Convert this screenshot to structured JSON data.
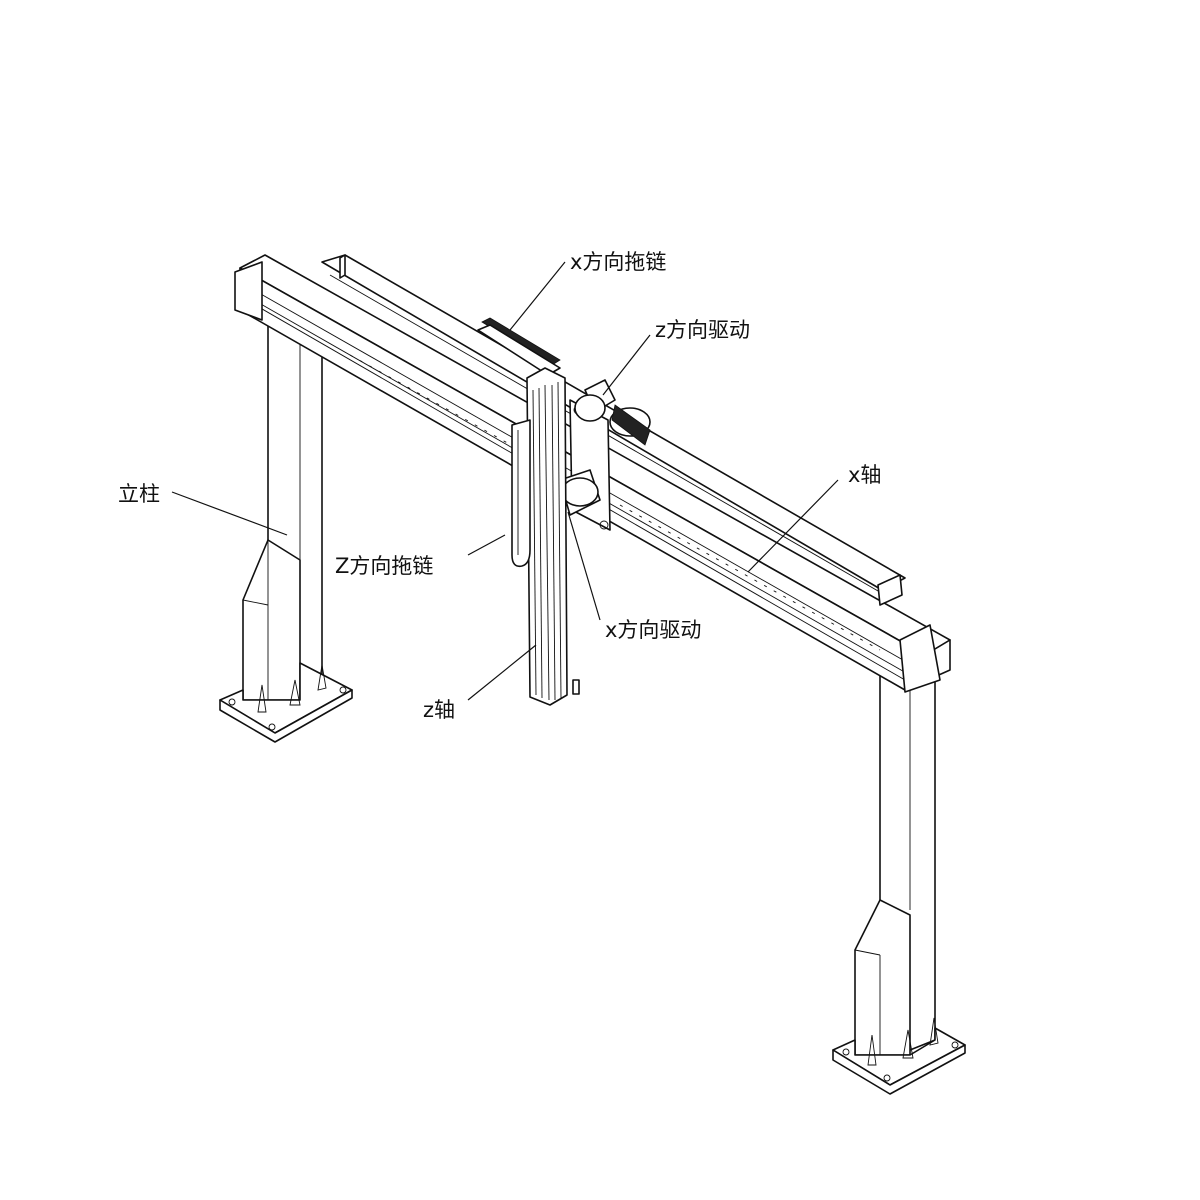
{
  "labels": {
    "x_drag_chain": "x方向拖链",
    "z_drive": "z方向驱动",
    "x_axis": "x轴",
    "column": "立柱",
    "z_drag_chain": "Z方向拖链",
    "x_drive": "x方向驱动",
    "z_axis": "z轴"
  }
}
